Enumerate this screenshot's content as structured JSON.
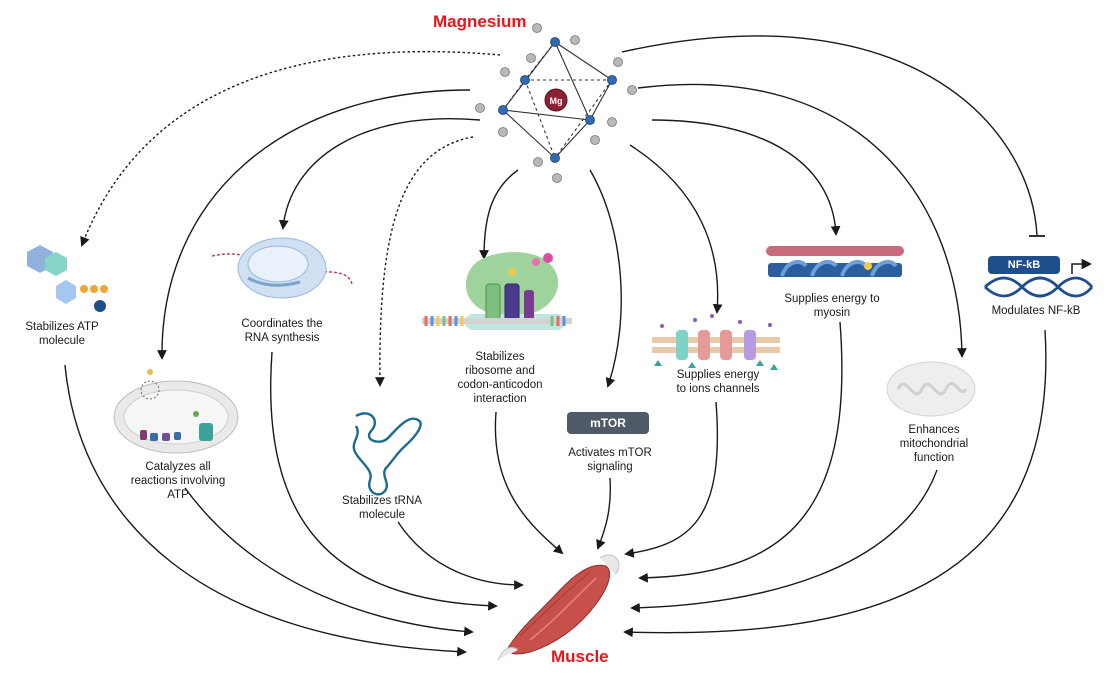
{
  "title_top": "Magnesium",
  "title_bottom": "Muscle",
  "center_atom": "Mg",
  "effects": {
    "atp": "Stabilizes ATP\nmolecule",
    "catalyzes": "Catalyzes all\nreactions involving\nATP",
    "rna": "Coordinates the\nRNA synthesis",
    "trna": "Stabilizes tRNA\nmolecule",
    "ribosome": "Stabilizes\nribosome and\ncodon-anticodon\ninteraction",
    "mtor": "Activates mTOR\nsignaling",
    "ions": "Supplies energy\nto ions channels",
    "myosin": "Supplies energy to\nmyosin",
    "mito": "Enhances\nmitochondrial\nfunction",
    "nfkb": "Modulates NF-kB"
  },
  "badges": {
    "mtor": "mTOR",
    "nfkb": "NF-kB"
  },
  "colors": {
    "accent_red": "#e8161b",
    "arrow": "#1a1a1a",
    "mtor_box": "#4f5a66",
    "nfkb_box": "#1e4e8c",
    "muscle": "#c8504a"
  }
}
